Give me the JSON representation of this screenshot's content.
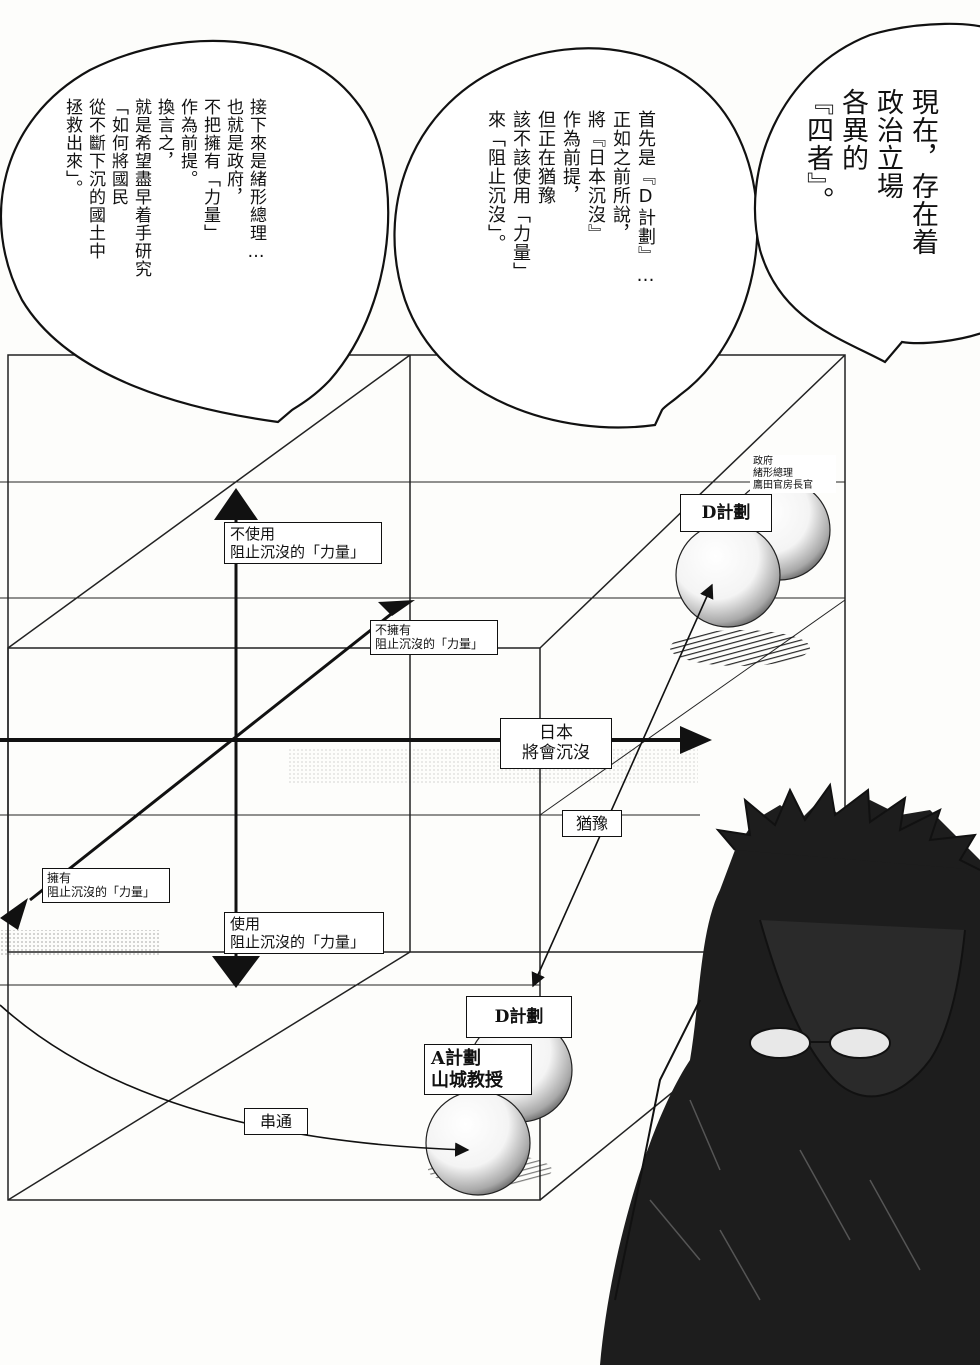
{
  "balloons": {
    "left": {
      "lines": [
        "接下來是緒形總理…",
        "也就是政府，",
        "不把擁有「力量」",
        "作為前提。",
        "換言之，",
        "就是希望盡早着手研究",
        "「如何將國民",
        "從不斷下沉的國土中",
        "拯救出來」。"
      ]
    },
    "middle": {
      "lines": [
        "首先是『D計劃』…",
        "正如之前所說，",
        "將『日本沉沒』",
        "作為前提，",
        "但正在猶豫",
        "該不該使用「力量」",
        "來「阻止沉沒」。"
      ]
    },
    "right": {
      "lines": [
        "現在，存在着",
        "政治立場",
        "各異的",
        "『四者』。"
      ]
    }
  },
  "diagram_labels": {
    "top_axis": [
      "不使用",
      "阻止沉沒的「力量」"
    ],
    "not_own": [
      "不擁有",
      "阻止沉沒的「力量」"
    ],
    "japan_sinks": [
      "日本",
      "將會沉沒"
    ],
    "hesitate": "猶豫",
    "own": [
      "擁有",
      "阻止沉沒的「力量」"
    ],
    "use": [
      "使用",
      "阻止沉沒的「力量」"
    ],
    "d_plan_top": "D計劃",
    "government": [
      "政府",
      "緒形總理",
      "鷹田官房長官"
    ],
    "d_plan_bottom": "D計劃",
    "a_plan": [
      "A計劃",
      "山城教授"
    ],
    "connect": "串通"
  }
}
